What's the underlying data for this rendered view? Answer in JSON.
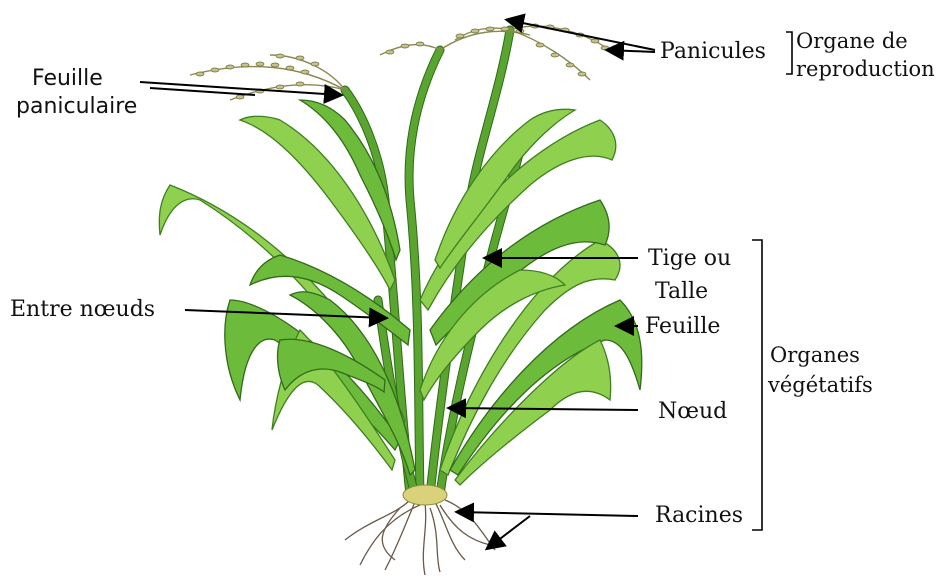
{
  "labels": {
    "feuille_paniculaire_1": "Feuille",
    "feuille_paniculaire_2": "paniculaire",
    "panicules": "Panicules",
    "organe_reproduction_1": "Organe de",
    "organe_reproduction_2": "reproduction",
    "tige_1": "Tige ou",
    "tige_2": "Talle",
    "feuille": "Feuille",
    "entre_noeuds": "Entre nœuds",
    "organes_vegetatifs_1": "Organes",
    "organes_vegetatifs_2": "végétatifs",
    "noeud": "Nœud",
    "racines": "Racines"
  },
  "colors": {
    "leaf": "#8fd14f",
    "leaf_outline": "#3f7f22",
    "panicle": "#c7c28a",
    "root": "#6a5a4a",
    "text": "#111111"
  }
}
